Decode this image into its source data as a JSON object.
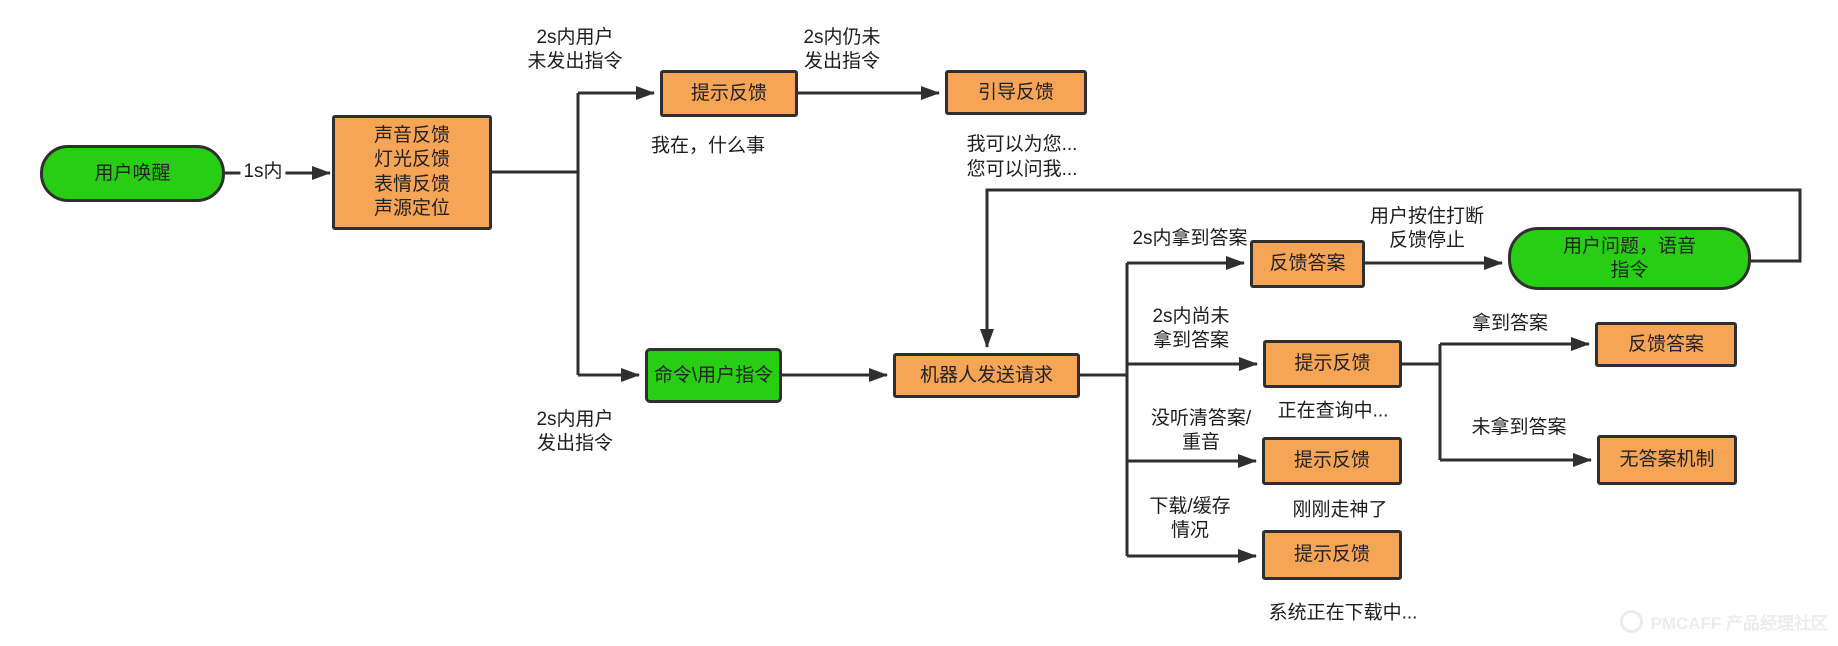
{
  "diagram": {
    "nodes": {
      "wake": {
        "label": "用户唤醒"
      },
      "multi_feedback": {
        "label": "声音反馈\n灯光反馈\n表情反馈\n声源定位"
      },
      "prompt1": {
        "label": "提示反馈"
      },
      "guide": {
        "label": "引导反馈"
      },
      "command": {
        "label": "命令\\用户指令"
      },
      "robot_request": {
        "label": "机器人发送请求"
      },
      "answer1": {
        "label": "反馈答案"
      },
      "user_question": {
        "label": "用户问题，语音\n指令"
      },
      "prompt2": {
        "label": "提示反馈"
      },
      "answer2": {
        "label": "反馈答案"
      },
      "no_answer": {
        "label": "无答案机制"
      },
      "prompt3": {
        "label": "提示反馈"
      },
      "prompt4": {
        "label": "提示反馈"
      }
    },
    "edge_labels": {
      "within_1s": "1s内",
      "no_cmd_2s": "2s内用户\n未发出指令",
      "still_no_cmd_2s": "2s内仍未\n发出指令",
      "cmd_2s": "2s内用户\n发出指令",
      "got_answer_2s": "2s内拿到答案",
      "not_yet_2s": "2s内尚未\n拿到答案",
      "unclear": "没听清答案/\n重音",
      "download_cache": "下载/缓存\n情况",
      "hold_interrupt": "用户按住打断\n反馈停止",
      "got_answer": "拿到答案",
      "no_answer_got": "未拿到答案"
    },
    "captions": {
      "im_here": "我在，什么事",
      "guide_text": "我可以为您...\n您可以问我...",
      "querying": "正在查询中...",
      "distracted": "刚刚走神了",
      "downloading": "系统正在下载中..."
    },
    "colors": {
      "node_orange": "#F6A456",
      "node_green": "#28CE14",
      "line": "#333333",
      "watermark": "#ececec"
    },
    "watermark": {
      "text": "PMCAFF 产品经理社区"
    }
  }
}
